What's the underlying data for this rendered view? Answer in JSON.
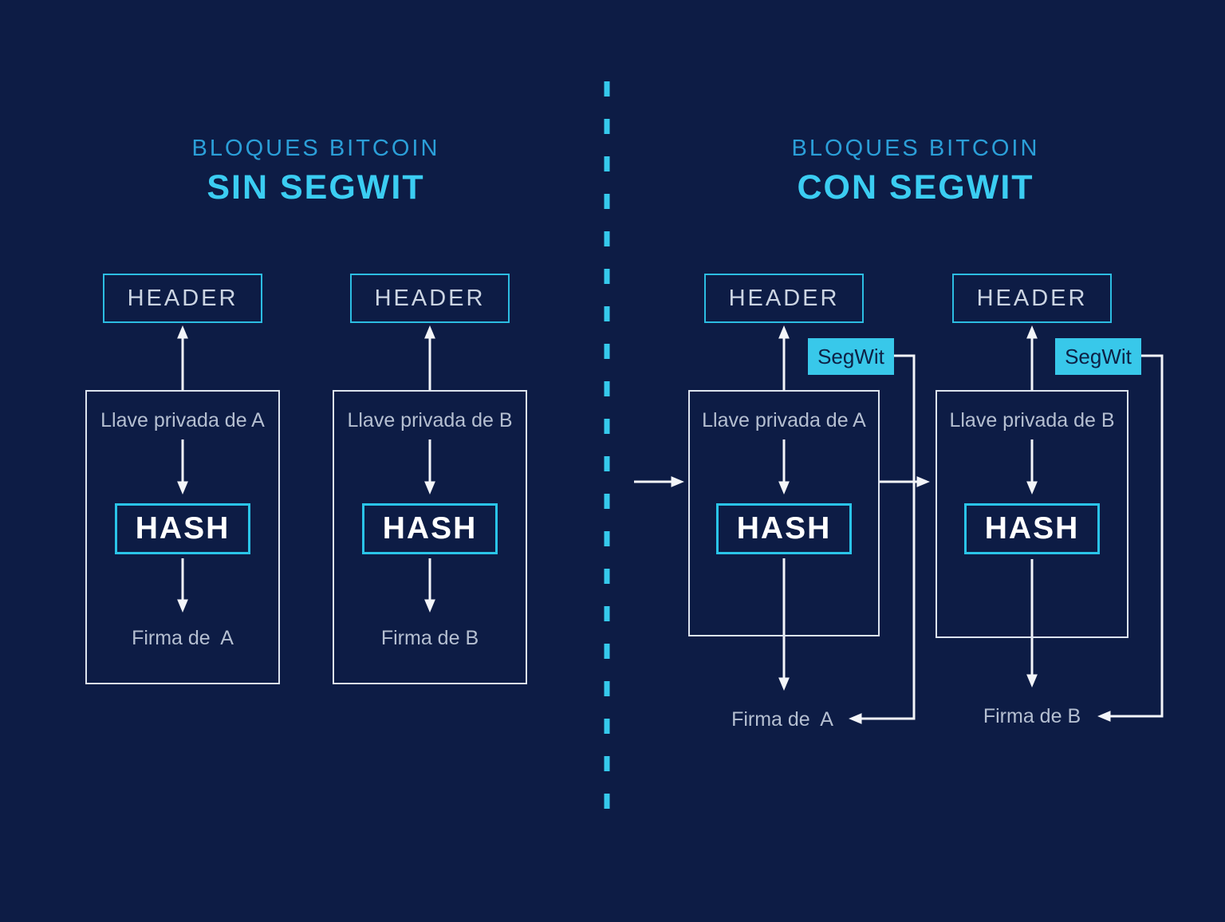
{
  "colors": {
    "background": "#0d1c45",
    "accent_cyan": "#38c8ea",
    "title_blue": "#2b9fd8",
    "title_cyan": "#3bcdf2",
    "box_border_white": "#dce3ee",
    "box_border_cyan": "#2cbde2",
    "arrow_white": "#f3f5f9",
    "label_gray": "#b5bfd1"
  },
  "left_section": {
    "title_line1": "BLOQUES BITCOIN",
    "title_line2": "SIN SEGWIT",
    "blocks": [
      {
        "header_label": "HEADER",
        "private_key_label": "Llave privada de A",
        "hash_label": "HASH",
        "signature_label": "Firma de  A"
      },
      {
        "header_label": "HEADER",
        "private_key_label": "Llave privada de B",
        "hash_label": "HASH",
        "signature_label": "Firma de B"
      }
    ]
  },
  "right_section": {
    "title_line1": "BLOQUES BITCOIN",
    "title_line2": "CON SEGWIT",
    "blocks": [
      {
        "header_label": "HEADER",
        "segwit_label": "SegWit",
        "private_key_label": "Llave privada de A",
        "hash_label": "HASH",
        "signature_label": "Firma de  A"
      },
      {
        "header_label": "HEADER",
        "segwit_label": "SegWit",
        "private_key_label": "Llave privada de B",
        "hash_label": "HASH",
        "signature_label": "Firma de B"
      }
    ]
  }
}
